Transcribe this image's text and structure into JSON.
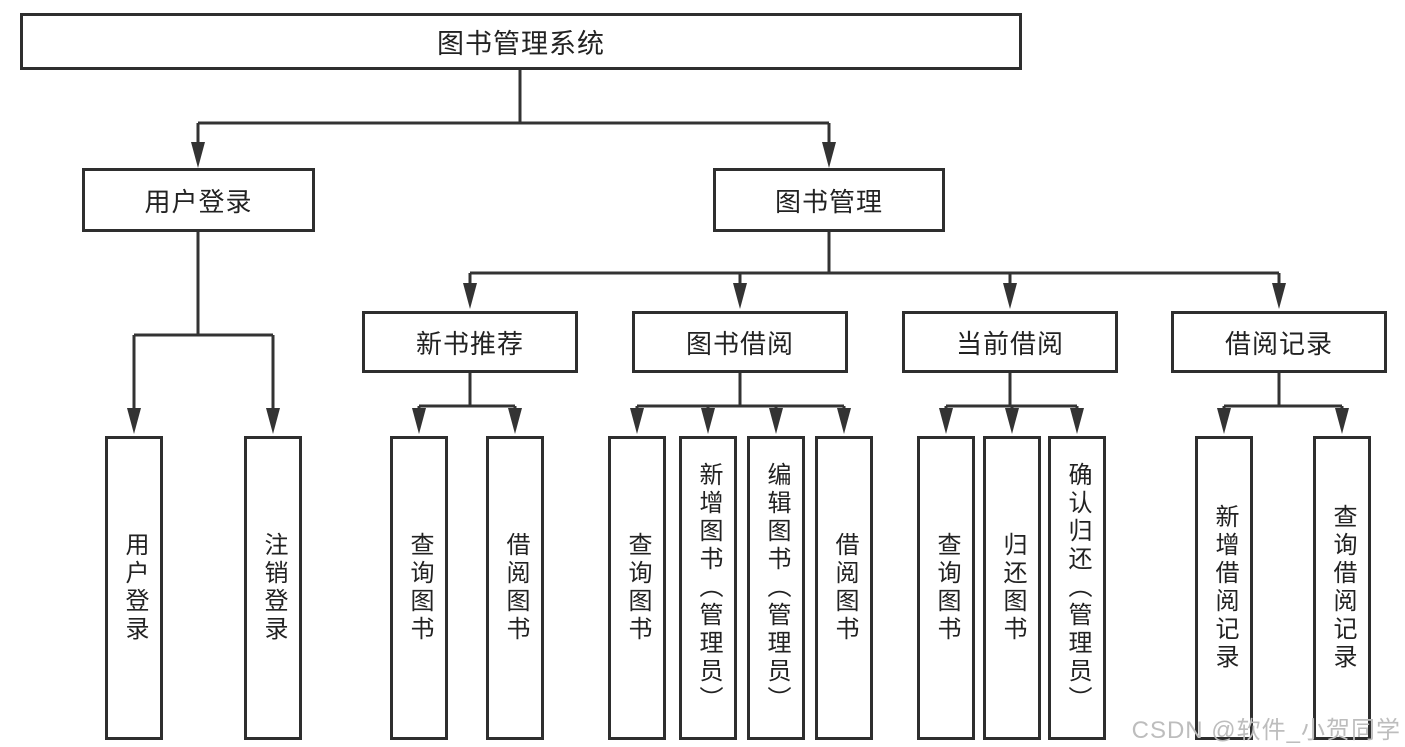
{
  "diagram": {
    "root": {
      "label": "图书管理系统"
    },
    "branches": {
      "user_login": {
        "label": "用户登录",
        "children": [
          "用户登录",
          "注销登录"
        ]
      },
      "book_mgmt": {
        "label": "图书管理",
        "sections": [
          {
            "label": "新书推荐",
            "children": [
              "查询图书",
              "借阅图书"
            ]
          },
          {
            "label": "图书借阅",
            "children": [
              "查询图书",
              "新增图书（管理员）",
              "编辑图书（管理员）",
              "借阅图书"
            ]
          },
          {
            "label": "当前借阅",
            "children": [
              "查询图书",
              "归还图书",
              "确认归还（管理员）"
            ]
          },
          {
            "label": "借阅记录",
            "children": [
              "新增借阅记录",
              "查询借阅记录"
            ]
          }
        ]
      }
    }
  },
  "watermark": "CSDN @软件_小贺同学",
  "colors": {
    "line": "#333333",
    "box_border": "#2e2e2e",
    "text": "#222222",
    "watermark": "#bdbdbd",
    "background": "#ffffff"
  }
}
